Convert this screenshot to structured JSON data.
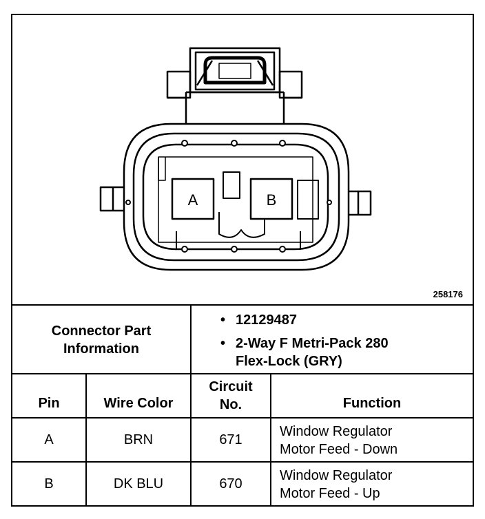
{
  "figure": {
    "figure_number": "258176",
    "pin_labels": [
      "A",
      "B"
    ]
  },
  "connector_info": {
    "label_line1": "Connector Part",
    "label_line2": "Information",
    "part_number": "12129487",
    "description_line1": "2-Way F Metri-Pack 280",
    "description_line2": "Flex-Lock (GRY)"
  },
  "table": {
    "headers": {
      "pin": "Pin",
      "wire_color": "Wire Color",
      "circuit_line1": "Circuit",
      "circuit_line2": "No.",
      "function": "Function"
    },
    "rows": [
      {
        "pin": "A",
        "wire_color": "BRN",
        "circuit": "671",
        "function_line1": "Window Regulator",
        "function_line2": "Motor Feed - Down"
      },
      {
        "pin": "B",
        "wire_color": "DK BLU",
        "circuit": "670",
        "function_line1": "Window Regulator",
        "function_line2": "Motor Feed - Up"
      }
    ]
  }
}
